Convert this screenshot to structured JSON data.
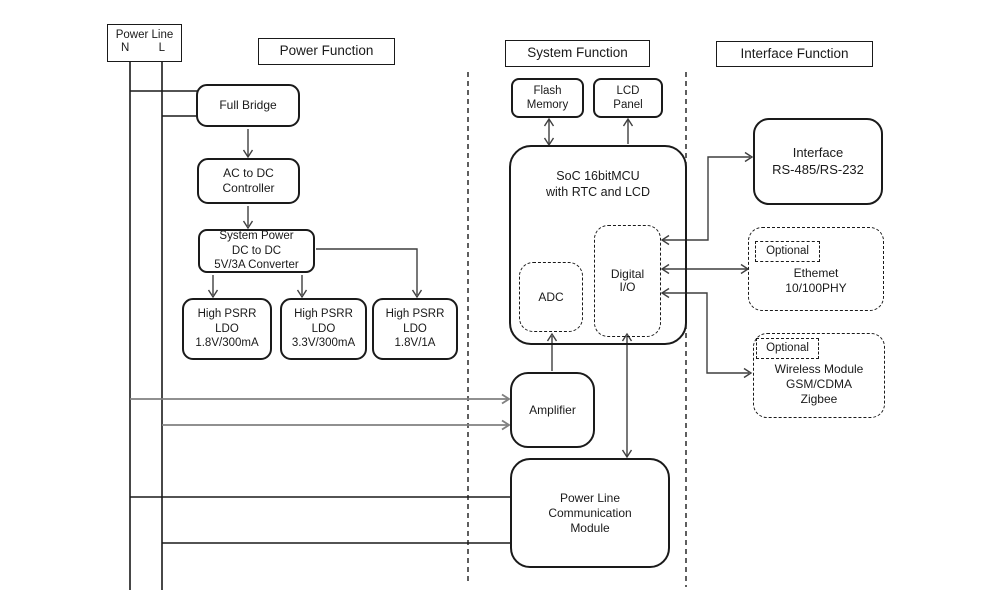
{
  "sections": {
    "power": {
      "title": "Power Function"
    },
    "system": {
      "title": "System Function"
    },
    "interface": {
      "title": "Interface Function"
    }
  },
  "power_line": {
    "title": "Power Line",
    "n": "N",
    "l": "L"
  },
  "blocks": {
    "full_bridge": "Full Bridge",
    "ac_dc": "AC to DC\nController",
    "system_power": "System Power\nDC to DC\n5V/3A Converter",
    "ldo1": "High PSRR\nLDO\n1.8V/300mA",
    "ldo2": "High PSRR\nLDO\n3.3V/300mA",
    "ldo3": "High PSRR\nLDO\n1.8V/1A",
    "flash": "Flash\nMemory",
    "lcd": "LCD\nPanel",
    "soc": "SoC 16bitMCU\nwith RTC and LCD",
    "adc": "ADC",
    "digital_io": "Digital\nI/O",
    "amplifier": "Amplifier",
    "plc": "Power Line\nCommunication\nModule",
    "interface_rs": "Interface\nRS-485/RS-232",
    "optional_eth": "Optional",
    "ethernet": "Ethemet\n10/100PHY",
    "optional_wl": "Optional",
    "wireless": "Wireless Module\nGSM/CDMA\nZigbee"
  },
  "colors": {
    "ink": "#1a1a1a",
    "wire": "#3f3f3f",
    "gray_arrow": "#808080",
    "background": "#ffffff"
  }
}
